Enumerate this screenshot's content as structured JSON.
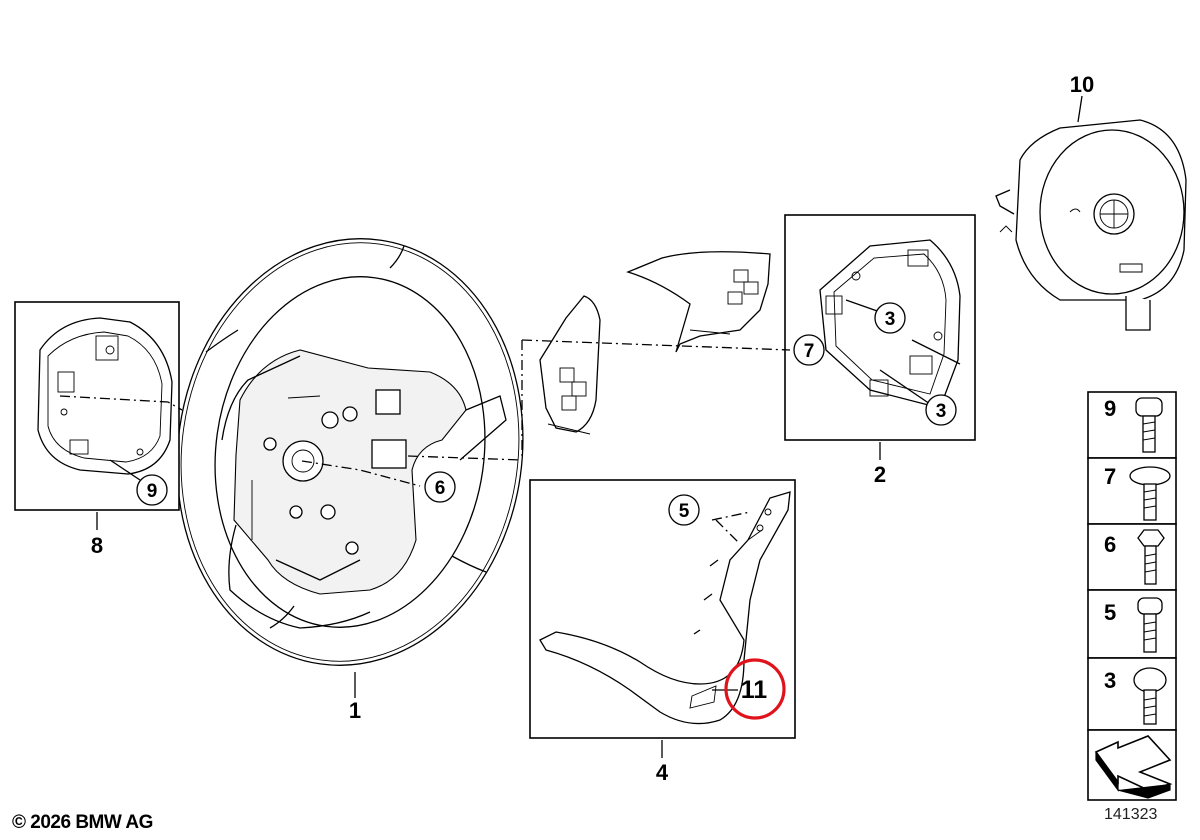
{
  "copyright": "© 2026 BMW AG",
  "diagram_number": "141323",
  "part_labels": {
    "p1": "1",
    "p2": "2",
    "p4": "4",
    "p8": "8",
    "p10": "10"
  },
  "callouts": {
    "c3a": "3",
    "c3b": "3",
    "c5": "5",
    "c6": "6",
    "c7": "7",
    "c9": "9",
    "c11": "11"
  },
  "fastener_legend": [
    {
      "label": "9"
    },
    {
      "label": "7"
    },
    {
      "label": "6"
    },
    {
      "label": "5"
    },
    {
      "label": "3"
    }
  ],
  "colors": {
    "line": "#000000",
    "highlight": "#e0121b",
    "fill": "#ffffff"
  }
}
